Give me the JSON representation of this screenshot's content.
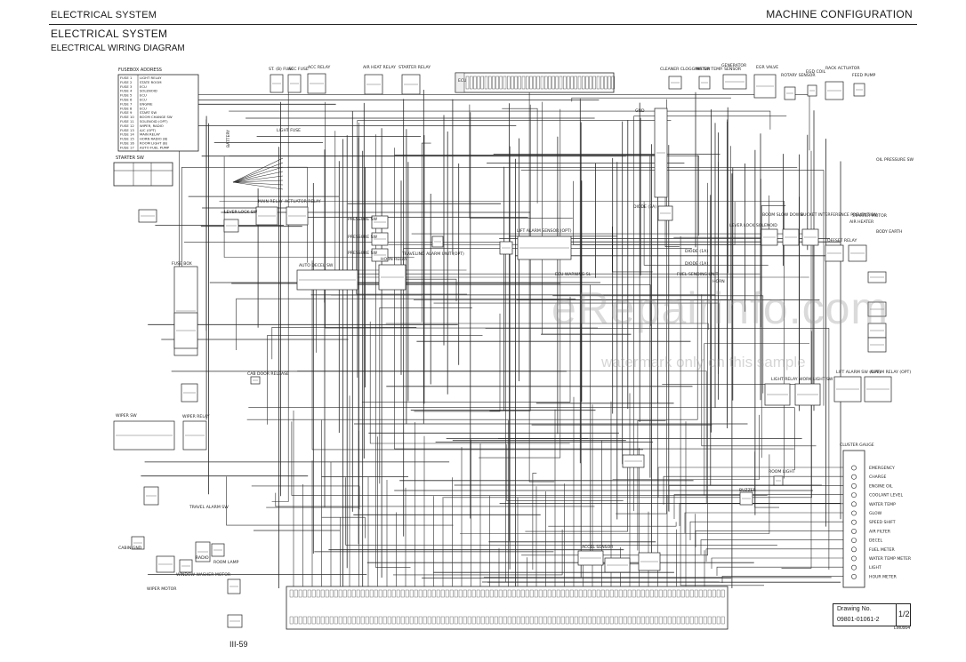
{
  "header": {
    "section_left": "ELECTRICAL SYSTEM",
    "section_right": "MACHINE CONFIGURATION",
    "title": "ELECTRICAL SYSTEM",
    "subtitle": "ELECTRICAL WIRING DIAGRAM"
  },
  "fuse_address": {
    "title": "FUSEBOX ADDRESS",
    "rows": [
      {
        "fuse": "FUSE 1",
        "item": "LIGHT RELAY"
      },
      {
        "fuse": "FUSE 2",
        "item": "STATE ROOM"
      },
      {
        "fuse": "FUSE 3",
        "item": "ECU"
      },
      {
        "fuse": "FUSE 4",
        "item": "SOLENOID"
      },
      {
        "fuse": "FUSE 5",
        "item": "ECU"
      },
      {
        "fuse": "FUSE 6",
        "item": "ECU"
      },
      {
        "fuse": "FUSE 7",
        "item": "ENGINE"
      },
      {
        "fuse": "FUSE 8",
        "item": "ECU"
      },
      {
        "fuse": "FUSE 9",
        "item": "START SW"
      },
      {
        "fuse": "FUSE 10",
        "item": "BOOM CHANGE SW"
      },
      {
        "fuse": "FUSE 11",
        "item": "SOLENOID (OPT)"
      },
      {
        "fuse": "FUSE 12",
        "item": "WIPER, RADIO"
      },
      {
        "fuse": "FUSE 13",
        "item": "A/C (OPT)"
      },
      {
        "fuse": "FUSE 14",
        "item": "MAIN RELAY"
      },
      {
        "fuse": "FUSE 15",
        "item": "HORN RADIO (B)"
      },
      {
        "fuse": "FUSE 16",
        "item": "ROOM LIGHT (B)"
      },
      {
        "fuse": "FUSE 17",
        "item": "AUTO FUEL PUMP"
      }
    ]
  },
  "components": {
    "starter_sw": "STARTER SW",
    "st_fuse": "ST. (B) FUSE",
    "acc_fuse": "ACC FUSE",
    "acc_relay": "ACC RELAY",
    "air_heat_relay": "AIR HEAT RELAY",
    "starter_relay": "STARTER RELAY",
    "ecu": "ECU",
    "cleaner_clogging_sw": "CLEANER CLOGGING SW",
    "water_temp_sensor": "WATER TEMP. SENSOR",
    "generator": "GENERATOR",
    "egr_valve": "EGR VALVE",
    "rotary_sensor": "ROTARY SENSOR",
    "egd_coil": "EGD COIL",
    "rack_actuator": "RACK ACTUATOR",
    "feed_pump": "FEED PUMP",
    "oil_pressure_sw": "OIL PRESSURE SW",
    "starter_motor": "STARTER MOTOR",
    "air_heater": "AIR HEATER",
    "body_earth": "BODY EARTH",
    "battery": "BATTERY",
    "light_fuse": "LIGHT FUSE",
    "lever_lock_sw": "LEVER LOCK SW",
    "main_relay": "MAIN RELAY",
    "actuator_relay": "ACTUATOR RELAY",
    "pressure_sw_1": "PRESSURE SW",
    "pressure_sw_2": "PRESSURE SW",
    "pressure_sw_3": "PRESSURE SW",
    "traveling_alarm": "TRAVELING ALARM UNIT (OPT)",
    "lift_alarm_sensor": "LIFT ALARM SENSOR (OPT)",
    "ecu_warning_sl": "ECU WARNING SL",
    "fuse_box": "FUSE BOX",
    "auto_decel_sw": "AUTO DECEL SW",
    "horn_relay": "HORN RELAY",
    "cab_door_release": "CAB DOOR RELEASE",
    "fuel_sending_unit": "FUEL SENDING UNIT",
    "horn": "HORN",
    "diode_1": "DIODE (1A)",
    "diode_2": "DIODE (1A)",
    "diode_3": "DIODE (3A)",
    "lever_lock_solenoid": "LEVER LOCK SOLENOID",
    "boom_up_solenoid": "BOOM SLOW DOWN",
    "bucket_solenoid": "BUCKET INTERFERENCE PREVENTION",
    "offset_relay": "OFFSET RELAY",
    "light_relay": "LIGHT RELAY",
    "work_light_sw": "WORK LIGHT SW",
    "lift_alarm_sw": "LIFT ALARM SW (OPT)",
    "alarm_relay": "ALARM RELAY (OPT)",
    "wiper_sw": "WIPER SW",
    "wiper_relay": "WIPER RELAY",
    "wiper_motor": "WIPER MOTOR",
    "window_washer_motor": "WINDOW WASHER MOTOR",
    "radio": "RADIO",
    "room_lamp": "ROOM LAMP",
    "cabin_gnd": "CABIN GND",
    "travel_alarm_sw": "TRAVEL ALARM SW",
    "room_light": "ROOM LIGHT",
    "buzzer": "BUZZER",
    "accel_sensor": "ACCEL SENSOR",
    "cluster_gauge": "CLUSTER GAUGE",
    "gnd_label": "GND"
  },
  "cluster_gauge_items": [
    "EMERGENCY",
    "CHARGE",
    "ENGINE OIL",
    "COOLANT LEVEL",
    "WATER TEMP",
    "GLOW",
    "SPEED SHIFT",
    "AIR FILTER",
    "DECEL",
    "FUEL METER",
    "WATER TEMP METER",
    "LIGHT",
    "HOUR METER"
  ],
  "drawing": {
    "label": "Drawing No.",
    "number": "09801-01061-2",
    "sheet": "1/2",
    "ref": "LM0904"
  },
  "page_number": "III-59",
  "watermark": {
    "big": "eRepairinfo.com",
    "small": "watermark only on this sample"
  }
}
